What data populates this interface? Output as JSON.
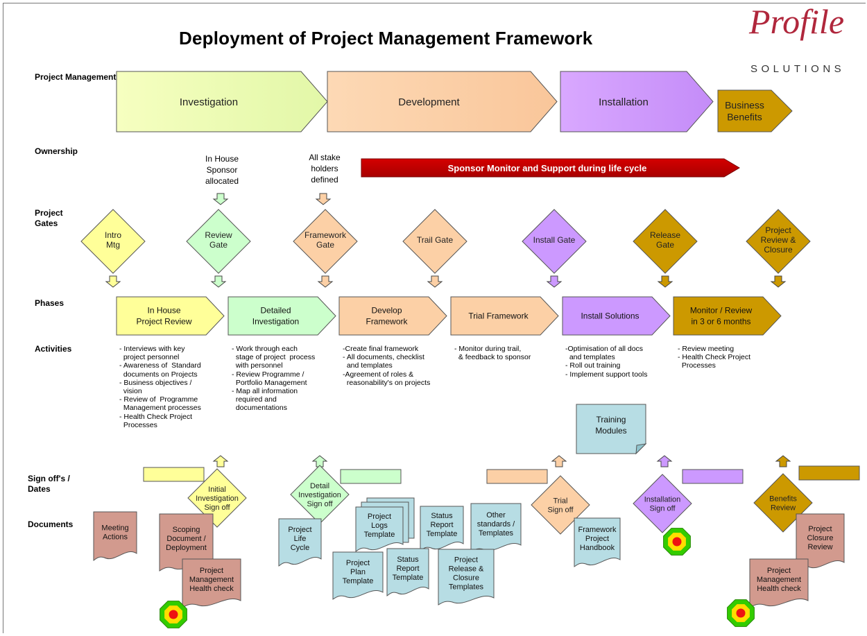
{
  "title": "Deployment of Project Management Framework",
  "logo": {
    "name": "Profile",
    "tagline": "SOLUTIONS"
  },
  "sections": {
    "methodology": "Project Management Methodology",
    "ownership": "Ownership",
    "gates": [
      "Project",
      "Gates"
    ],
    "phases": "Phases",
    "activities": "Activities",
    "signoffs": [
      "Sign off's /",
      "Dates"
    ],
    "documents": "Documents"
  },
  "methodology": [
    {
      "label": [
        "Investigation"
      ],
      "color": "#eefcb0"
    },
    {
      "label": [
        "Development"
      ],
      "color": "#fcd0a6"
    },
    {
      "label": [
        "Installation"
      ],
      "color": "#cc99ff"
    },
    {
      "label": [
        "Business",
        "Benefits"
      ],
      "color": "#cc9900"
    }
  ],
  "ownership": {
    "sponsor": [
      "In House",
      "Sponsor",
      "allocated"
    ],
    "stakeholders": [
      "All stake",
      "holders",
      "defined"
    ],
    "banner": "Sponsor Monitor and Support during life cycle",
    "banner_color": "#c00000"
  },
  "gates": [
    {
      "label": [
        "Intro",
        "Mtg"
      ],
      "color": "#ffff99"
    },
    {
      "label": [
        "Review",
        "Gate"
      ],
      "color": "#ccffcc"
    },
    {
      "label": [
        "Framework",
        "Gate"
      ],
      "color": "#fcd0a6"
    },
    {
      "label": [
        "Trail Gate"
      ],
      "color": "#fcd0a6"
    },
    {
      "label": [
        "Install Gate"
      ],
      "color": "#cc99ff"
    },
    {
      "label": [
        "Release",
        "Gate"
      ],
      "color": "#cc9900"
    },
    {
      "label": [
        "Project",
        "Review &",
        "Closure"
      ],
      "color": "#cc9900"
    }
  ],
  "phases": [
    {
      "label": [
        "In House",
        "Project Review"
      ],
      "color": "#ffff99"
    },
    {
      "label": [
        "Detailed",
        "Investigation"
      ],
      "color": "#ccffcc"
    },
    {
      "label": [
        "Develop",
        "Framework"
      ],
      "color": "#fcd0a6"
    },
    {
      "label": [
        "Trial Framework"
      ],
      "color": "#fcd0a6"
    },
    {
      "label": [
        "Install Solutions"
      ],
      "color": "#cc99ff"
    },
    {
      "label": [
        "Monitor / Review",
        "in 3 or 6 months"
      ],
      "color": "#cc9900"
    }
  ],
  "activities": [
    [
      "- Interviews with key",
      "  project personnel",
      "- Awareness of  Standard",
      "  documents on Projects",
      "- Business objectives /",
      "  vision",
      "- Review of  Programme",
      "  Management processes",
      "- Health Check Project",
      "  Processes"
    ],
    [
      "- Work through each",
      "  stage of project  process",
      "  with personnel",
      "- Review Programme /",
      "  Portfolio Management",
      "- Map all information",
      "  required and",
      "  documentations"
    ],
    [
      "-Create final framework",
      "- All documents, checklist",
      "  and templates",
      "-Agreement of roles &",
      "  reasonability's on projects"
    ],
    [
      "- Monitor during trail,",
      "  & feedback to sponsor"
    ],
    [
      "-Optimisation of all docs",
      "  and templates",
      "- Roll out training",
      "- Implement support tools"
    ],
    [
      "- Review meeting",
      "- Health Check Project",
      "  Processes"
    ]
  ],
  "signoffs": [
    {
      "label": [
        "Initial",
        "Investigation",
        "Sign off"
      ],
      "color": "#ffff99"
    },
    {
      "label": [
        "Detail",
        "Investigation",
        "Sign off"
      ],
      "color": "#ccffcc"
    },
    {
      "label": [
        "Trial",
        "Sign off"
      ],
      "color": "#fcd0a6"
    },
    {
      "label": [
        "Installation",
        "Sign off"
      ],
      "color": "#cc99ff"
    },
    {
      "label": [
        "Benefits",
        "Review"
      ],
      "color": "#cc9900"
    }
  ],
  "documents": {
    "meeting_actions": [
      "Meeting",
      "Actions"
    ],
    "scoping": [
      "Scoping",
      "Document /",
      "Deployment"
    ],
    "health_check_1": [
      "Project",
      "Management",
      "Health check"
    ],
    "life_cycle": [
      "Project",
      "Life",
      "Cycle"
    ],
    "logs": [
      "Project",
      "Logs",
      "Template"
    ],
    "status_top": [
      "Status",
      "Report",
      "Template"
    ],
    "other_standards": [
      "Other",
      "standards /",
      "Templates"
    ],
    "plan": [
      "Project",
      "Plan",
      "Template"
    ],
    "status_bottom": [
      "Status",
      "Report",
      "Template"
    ],
    "release_closure": [
      "Project",
      "Release &",
      "Closure",
      "Templates"
    ],
    "training": [
      "Training",
      "Modules"
    ],
    "handbook": [
      "Framework",
      "Project",
      "Handbook"
    ],
    "closure_review": [
      "Project",
      "Closure",
      "Review"
    ],
    "health_check_2": [
      "Project",
      "Management",
      "Health check"
    ]
  },
  "doc_colors": {
    "rose": "#d29a8e",
    "blue": "#b7dde4"
  }
}
